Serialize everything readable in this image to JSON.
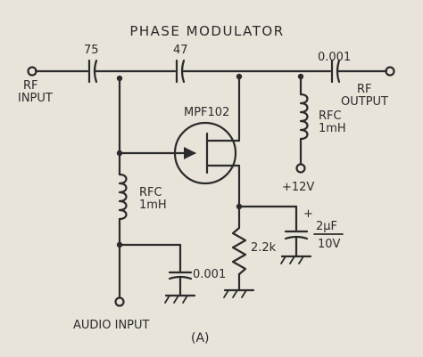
{
  "diagram": {
    "title": "PHASE MODULATOR",
    "caption": "(A)",
    "labels": {
      "rf_input_1": "RF",
      "rf_input_2": "INPUT",
      "rf_output_1": "RF",
      "rf_output_2": "OUTPUT",
      "cap_75": "75",
      "cap_47": "47",
      "cap_out": "0.001",
      "cap_audio": "0.001",
      "transistor": "MPF102",
      "rfc_top_1": "RFC",
      "rfc_top_2": "1mH",
      "rfc_left_1": "RFC",
      "rfc_left_2": "1mH",
      "supply": "+12V",
      "resistor": "2.2k",
      "elec_plus": "+",
      "elec_cap_1": "2µF",
      "elec_cap_2": "10V",
      "audio_input": "AUDIO INPUT"
    },
    "colors": {
      "ink": "#2b2b2b",
      "paper": "#e9e4da"
    }
  }
}
